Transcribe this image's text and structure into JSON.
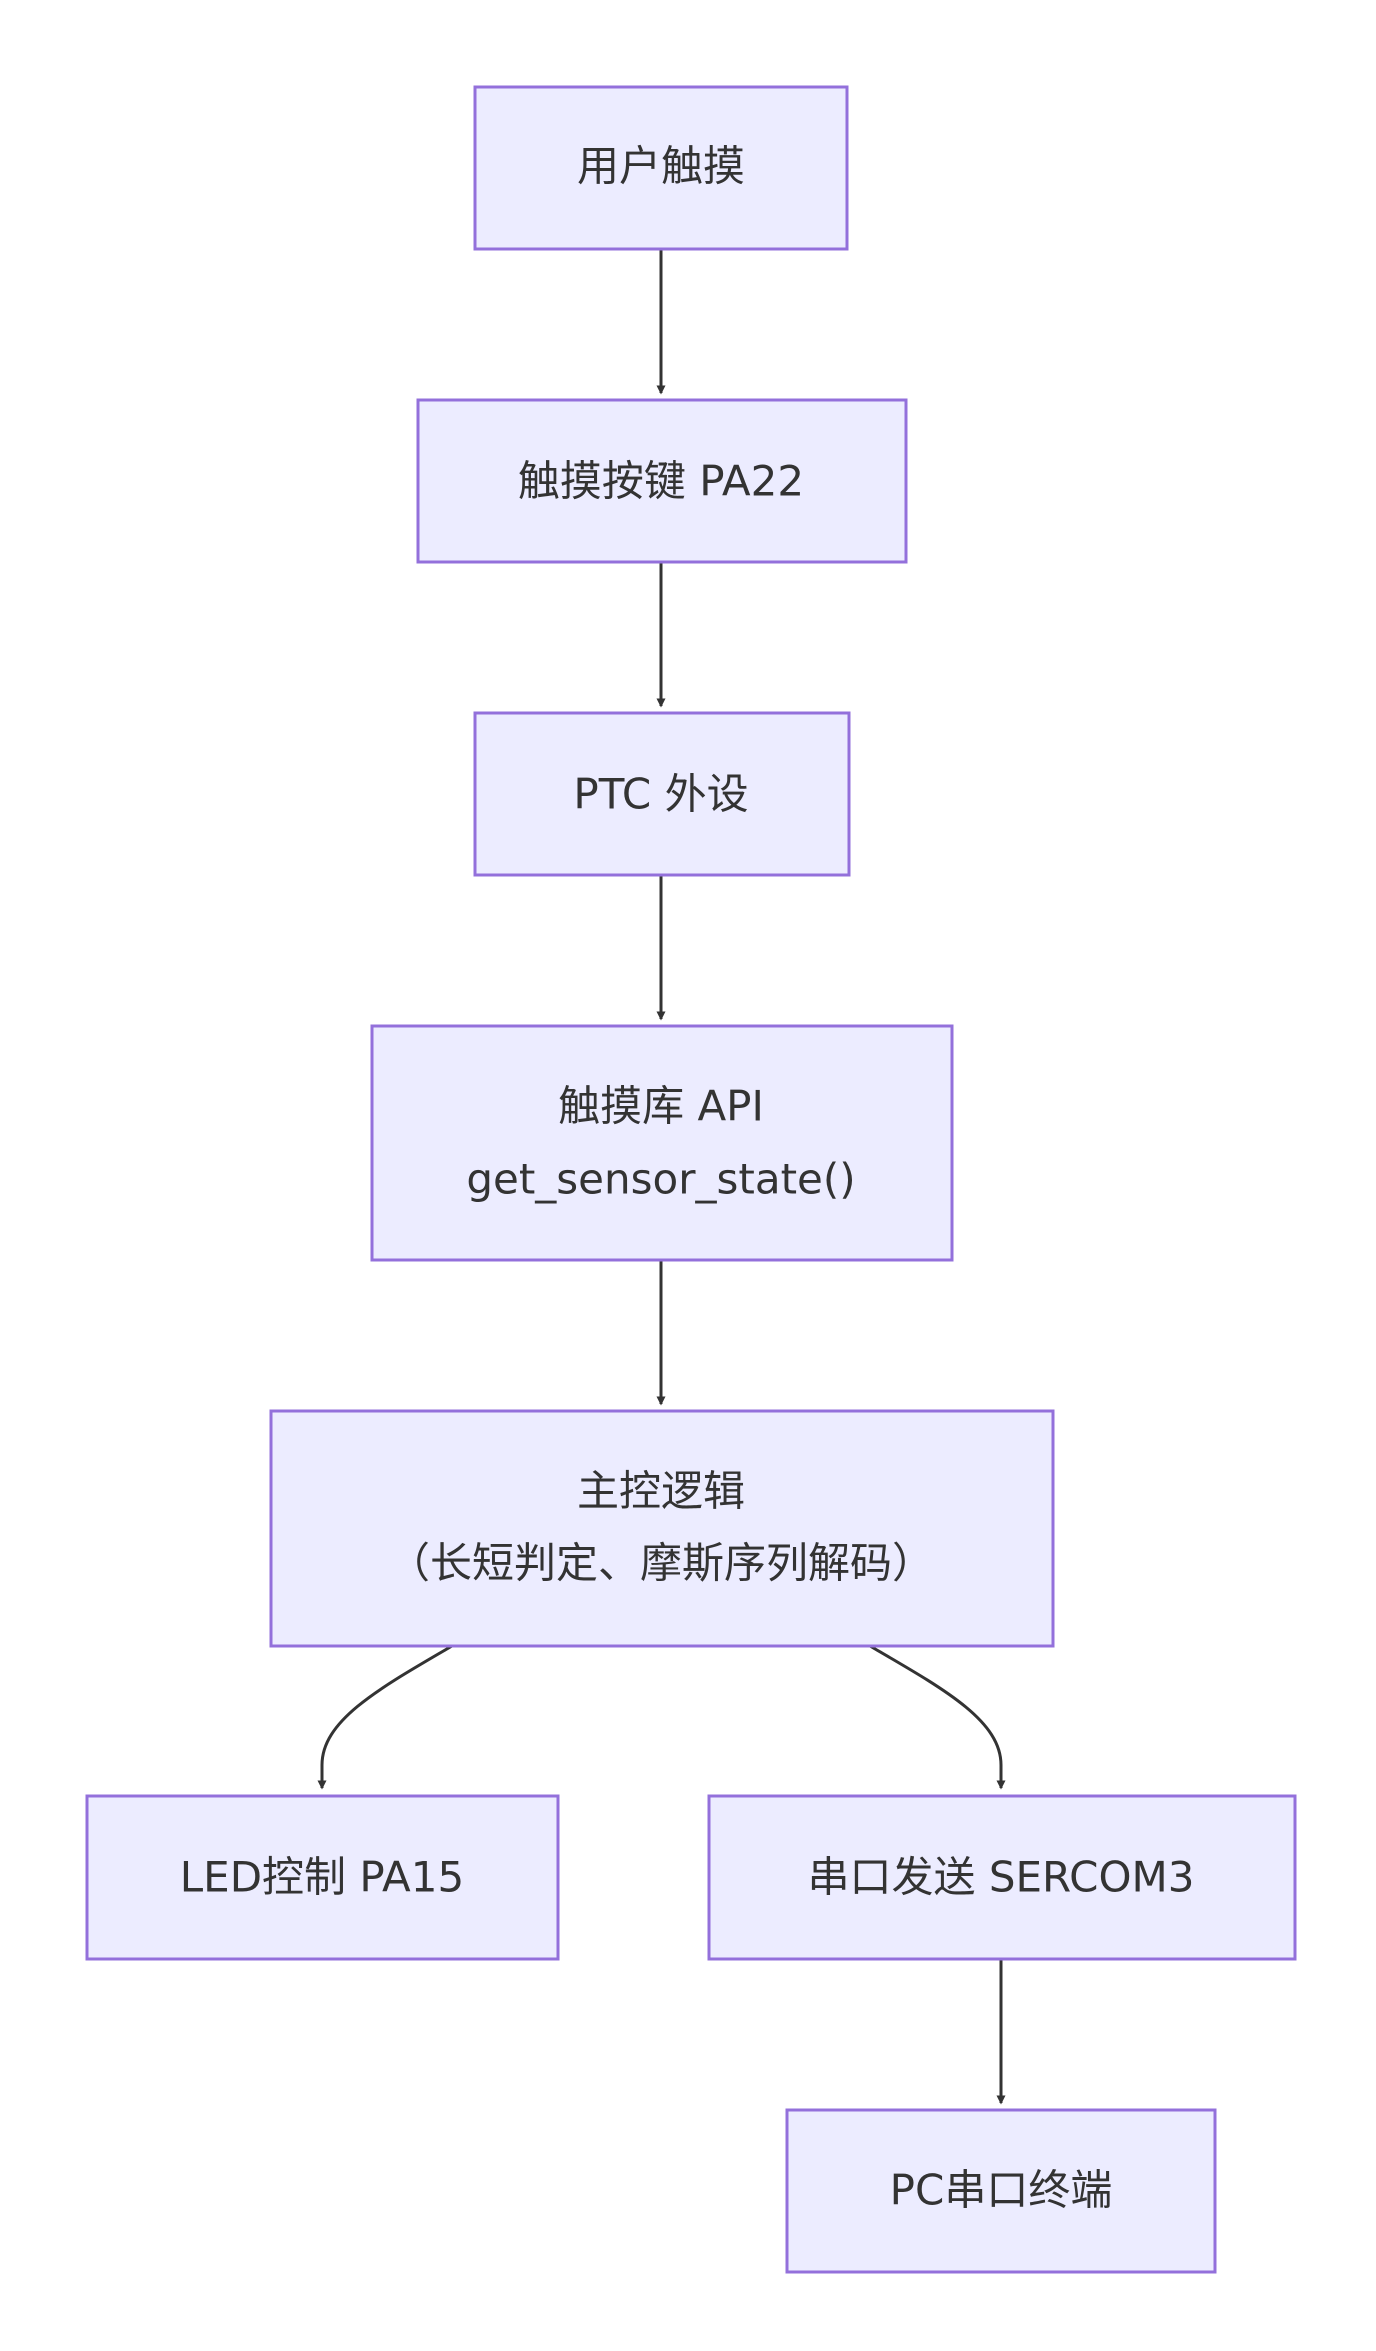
{
  "diagram": {
    "type": "flowchart",
    "colors": {
      "node_fill": "#ECECFF",
      "node_stroke": "#9370DB",
      "edge": "#333333",
      "text": "#333333"
    },
    "nodes": [
      {
        "id": "user-touch",
        "lines": [
          "用户触摸"
        ]
      },
      {
        "id": "touch-key",
        "lines": [
          "触摸按键 PA22"
        ]
      },
      {
        "id": "ptc",
        "lines": [
          "PTC 外设"
        ]
      },
      {
        "id": "touch-lib",
        "lines": [
          "触摸库 API",
          "get_sensor_state()"
        ]
      },
      {
        "id": "main-logic",
        "lines": [
          "主控逻辑",
          "（长短判定、摩斯序列解码）"
        ]
      },
      {
        "id": "led-control",
        "lines": [
          "LED控制 PA15"
        ]
      },
      {
        "id": "uart-send",
        "lines": [
          "串口发送 SERCOM3"
        ]
      },
      {
        "id": "pc-terminal",
        "lines": [
          "PC串口终端"
        ]
      }
    ],
    "edges": [
      {
        "from": "user-touch",
        "to": "touch-key"
      },
      {
        "from": "touch-key",
        "to": "ptc"
      },
      {
        "from": "ptc",
        "to": "touch-lib"
      },
      {
        "from": "touch-lib",
        "to": "main-logic"
      },
      {
        "from": "main-logic",
        "to": "led-control"
      },
      {
        "from": "main-logic",
        "to": "uart-send"
      },
      {
        "from": "uart-send",
        "to": "pc-terminal"
      }
    ]
  }
}
